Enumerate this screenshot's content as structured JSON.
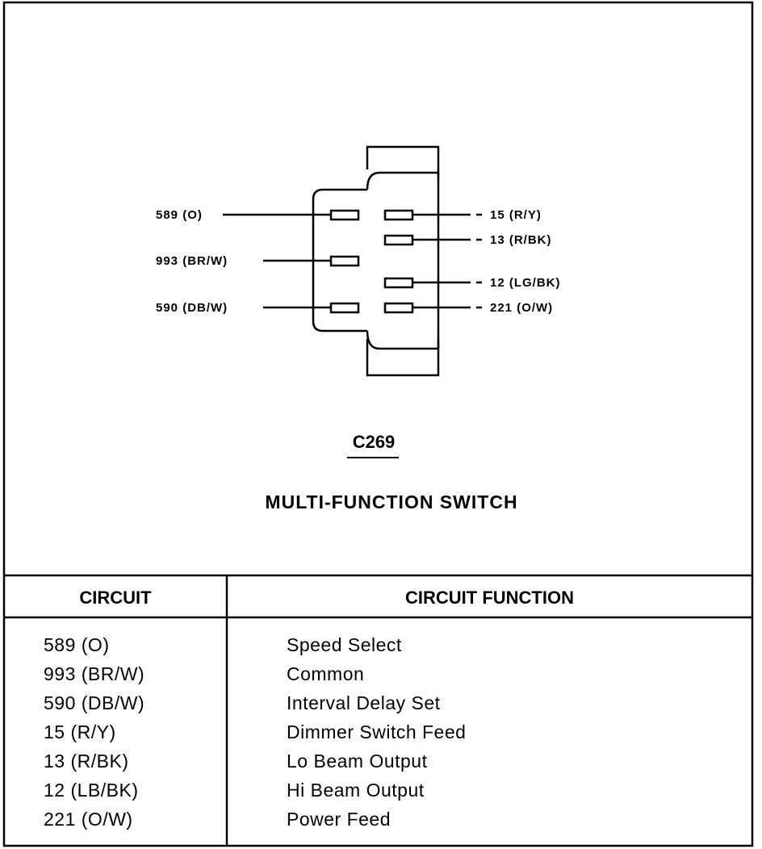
{
  "connector": {
    "id": "C269",
    "name": "MULTI-FUNCTION SWITCH",
    "left_wires": [
      "589 (O)",
      "993 (BR/W)",
      "590 (DB/W)"
    ],
    "right_wires": [
      "15 (R/Y)",
      "13 (R/BK)",
      "12 (LG/BK)",
      "221 (O/W)"
    ]
  },
  "table": {
    "headers": {
      "circuit": "CIRCUIT",
      "function": "CIRCUIT FUNCTION"
    },
    "rows": [
      {
        "circuit": "589 (O)",
        "function": "Speed Select"
      },
      {
        "circuit": "993 (BR/W)",
        "function": "Common"
      },
      {
        "circuit": "590 (DB/W)",
        "function": "Interval Delay Set"
      },
      {
        "circuit": "15 (R/Y)",
        "function": "Dimmer Switch Feed"
      },
      {
        "circuit": "13 (R/BK)",
        "function": "Lo Beam Output"
      },
      {
        "circuit": "12 (LB/BK)",
        "function": "Hi Beam Output"
      },
      {
        "circuit": "221 (O/W)",
        "function": "Power Feed"
      }
    ]
  }
}
